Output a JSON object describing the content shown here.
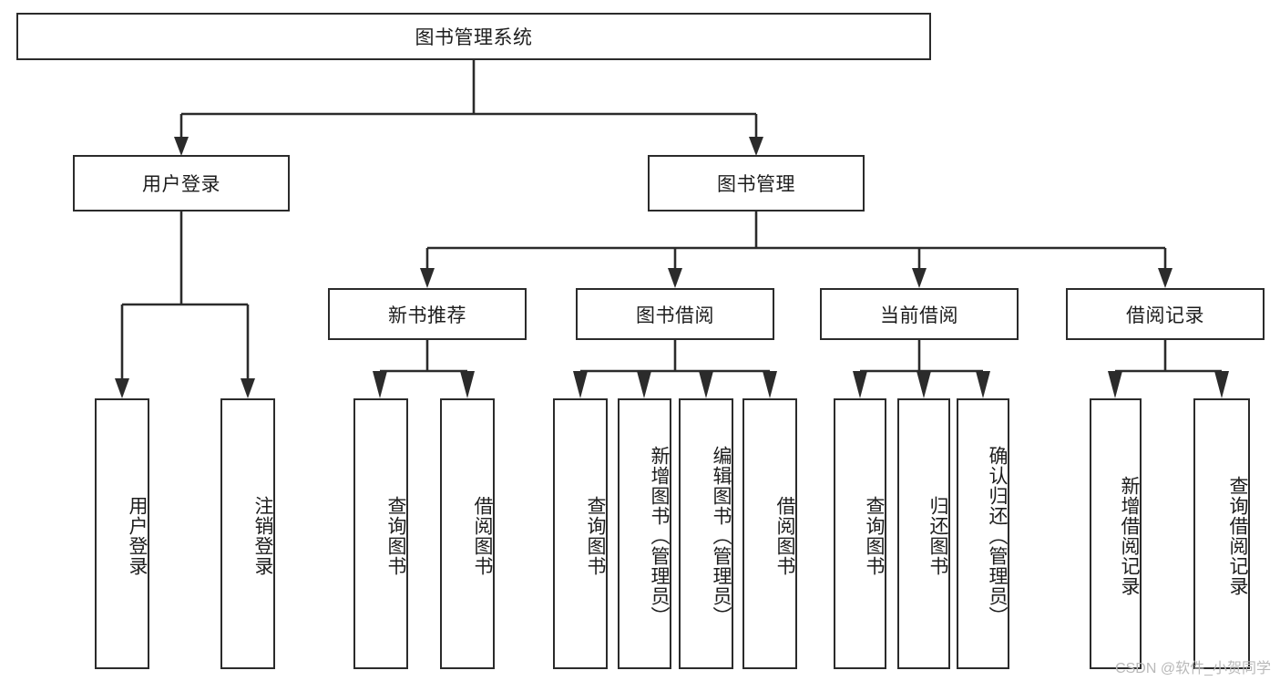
{
  "diagram": {
    "type": "tree-hierarchy-chart",
    "title": "图书管理系统",
    "watermark": "CSDN @软件_小贺同学",
    "colors": {
      "line": "#2b2b2b",
      "box_fill": "#ffffff",
      "text": "#1d1d1d",
      "watermark": "#b9b9b9"
    },
    "nodes": {
      "root": {
        "label": "图书管理系统"
      },
      "level2": [
        {
          "id": "user-login",
          "label": "用户登录"
        },
        {
          "id": "book-manage",
          "label": "图书管理"
        }
      ],
      "level3": [
        {
          "id": "new-book-rec",
          "label": "新书推荐"
        },
        {
          "id": "book-borrow",
          "label": "图书借阅"
        },
        {
          "id": "current-borrow",
          "label": "当前借阅"
        },
        {
          "id": "borrow-record",
          "label": "借阅记录"
        }
      ],
      "leaves": {
        "user_login": [
          {
            "id": "leaf-user-login",
            "label": "用户登录"
          },
          {
            "id": "leaf-logout",
            "label": "注销登录"
          }
        ],
        "new_book_rec": [
          {
            "id": "leaf-query-book-1",
            "label": "查询图书"
          },
          {
            "id": "leaf-borrow-book-1",
            "label": "借阅图书"
          }
        ],
        "book_borrow": [
          {
            "id": "leaf-query-book-2",
            "label": "查询图书"
          },
          {
            "id": "leaf-add-book",
            "label": "新增图书（管理员）"
          },
          {
            "id": "leaf-edit-book",
            "label": "编辑图书（管理员）"
          },
          {
            "id": "leaf-borrow-book-2",
            "label": "借阅图书"
          }
        ],
        "current_borrow": [
          {
            "id": "leaf-query-book-3",
            "label": "查询图书"
          },
          {
            "id": "leaf-return-book",
            "label": "归还图书"
          },
          {
            "id": "leaf-confirm-return",
            "label": "确认归还（管理员）"
          }
        ],
        "borrow_record": [
          {
            "id": "leaf-add-record",
            "label": "新增借阅记录"
          },
          {
            "id": "leaf-query-record",
            "label": "查询借阅记录"
          }
        ]
      }
    }
  }
}
